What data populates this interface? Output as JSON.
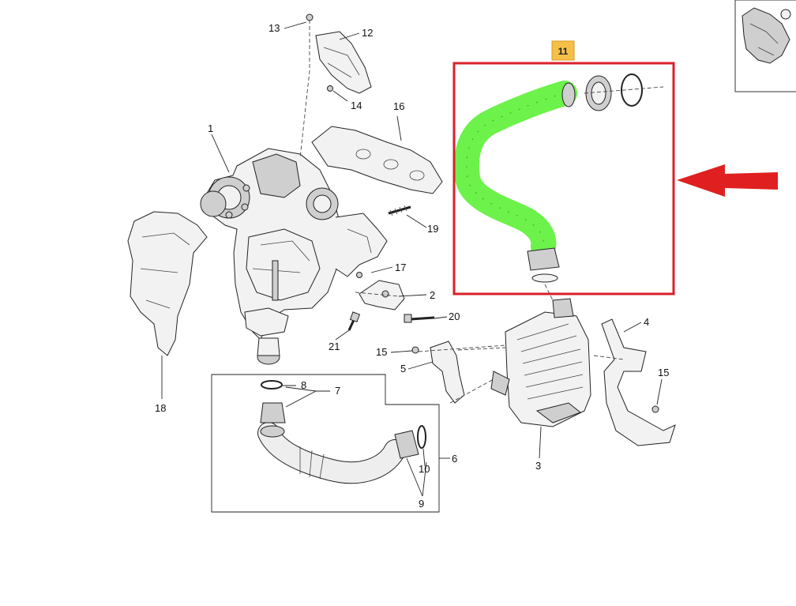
{
  "callouts": {
    "c1": "1",
    "c2": "2",
    "c3": "3",
    "c4": "4",
    "c5": "5",
    "c6": "6",
    "c7": "7",
    "c8": "8",
    "c9": "9",
    "c10": "10",
    "c11": "11",
    "c12": "12",
    "c13": "13",
    "c14": "14",
    "c15a": "15",
    "c15b": "15",
    "c16": "16",
    "c17": "17",
    "c18": "18",
    "c19": "19",
    "c20": "20",
    "c21": "21"
  },
  "highlight": {
    "hose_color": "#6cf24a",
    "frame_color": "#d9202a",
    "arrow_color": "#e02020",
    "tag_color": "#f5c04a"
  },
  "icons": [
    "red-arrow-icon"
  ]
}
